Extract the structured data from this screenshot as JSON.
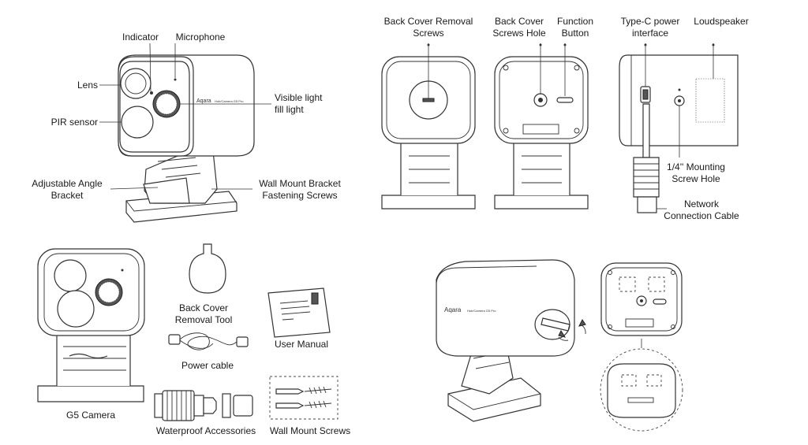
{
  "front_view": {
    "indicator": "Indicator",
    "microphone": "Microphone",
    "lens": "Lens",
    "visible_light": "Visible light\nfill light",
    "pir_sensor": "PIR sensor",
    "adjustable_bracket": "Adjustable Angle\nBracket",
    "wall_mount_screws": "Wall Mount Bracket\nFastening Screws",
    "brand": "Aqara"
  },
  "back_views": {
    "back_cover_screws": "Back Cover Removal\nScrews",
    "back_cover_hole": "Back Cover\nScrews Hole",
    "function_button": "Function\nButton",
    "type_c": "Type-C power\ninterface",
    "loudspeaker": "Loudspeaker",
    "mounting_hole": "1/4'' Mounting\nScrew Hole",
    "network_cable": "Network\nConnection Cable"
  },
  "package_contents": {
    "camera": "G5 Camera",
    "tool": "Back Cover\nRemoval Tool",
    "power_cable": "Power cable",
    "manual": "User Manual",
    "waterproof": "Waterproof Accessories",
    "wall_screws": "Wall Mount Screws"
  }
}
